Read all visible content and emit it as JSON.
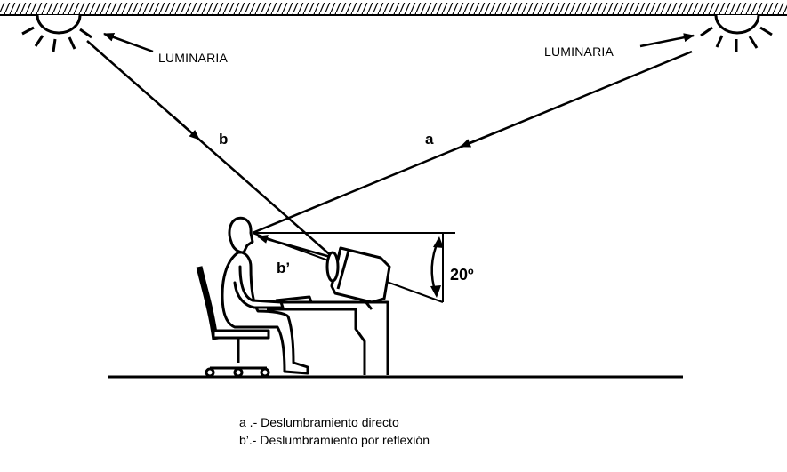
{
  "labels": {
    "luminaire_left": "LUMINARIA",
    "luminaire_right": "LUMINARIA",
    "ray_a": "a",
    "ray_b": "b",
    "ray_b_reflected": "b’",
    "angle": "20º"
  },
  "legend": [
    "a .- Deslumbramiento directo",
    "b’.- Deslumbramiento por reflexión"
  ],
  "icons": {
    "luminaire": "luminaire-icon",
    "person": "seated-person-icon",
    "monitor": "monitor-icon",
    "desk": "desk-icon",
    "chair": "office-chair-icon"
  },
  "colors": {
    "ink": "#000000",
    "background": "#ffffff"
  }
}
